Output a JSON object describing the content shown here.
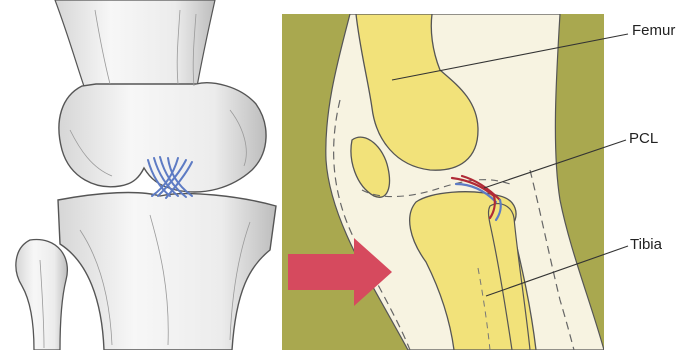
{
  "labels": {
    "femur": "Femur",
    "pcl": "PCL",
    "tibia": "Tibia"
  },
  "colors": {
    "background_panel": "#a9a84f",
    "bone_fill": "#f2e27a",
    "sleeve_fill": "#f7f3e1",
    "ligament_blue": "#5d7bc4",
    "ligament_red": "#b02a36",
    "arrow_fill": "#d64a5e",
    "bone_sketch_fill": "#f4f4f4",
    "outline": "#444444"
  },
  "illustration": {
    "left_panel": "knee-joint-front-view-sketch",
    "right_panel": "knee-joint-side-view-diagram"
  }
}
